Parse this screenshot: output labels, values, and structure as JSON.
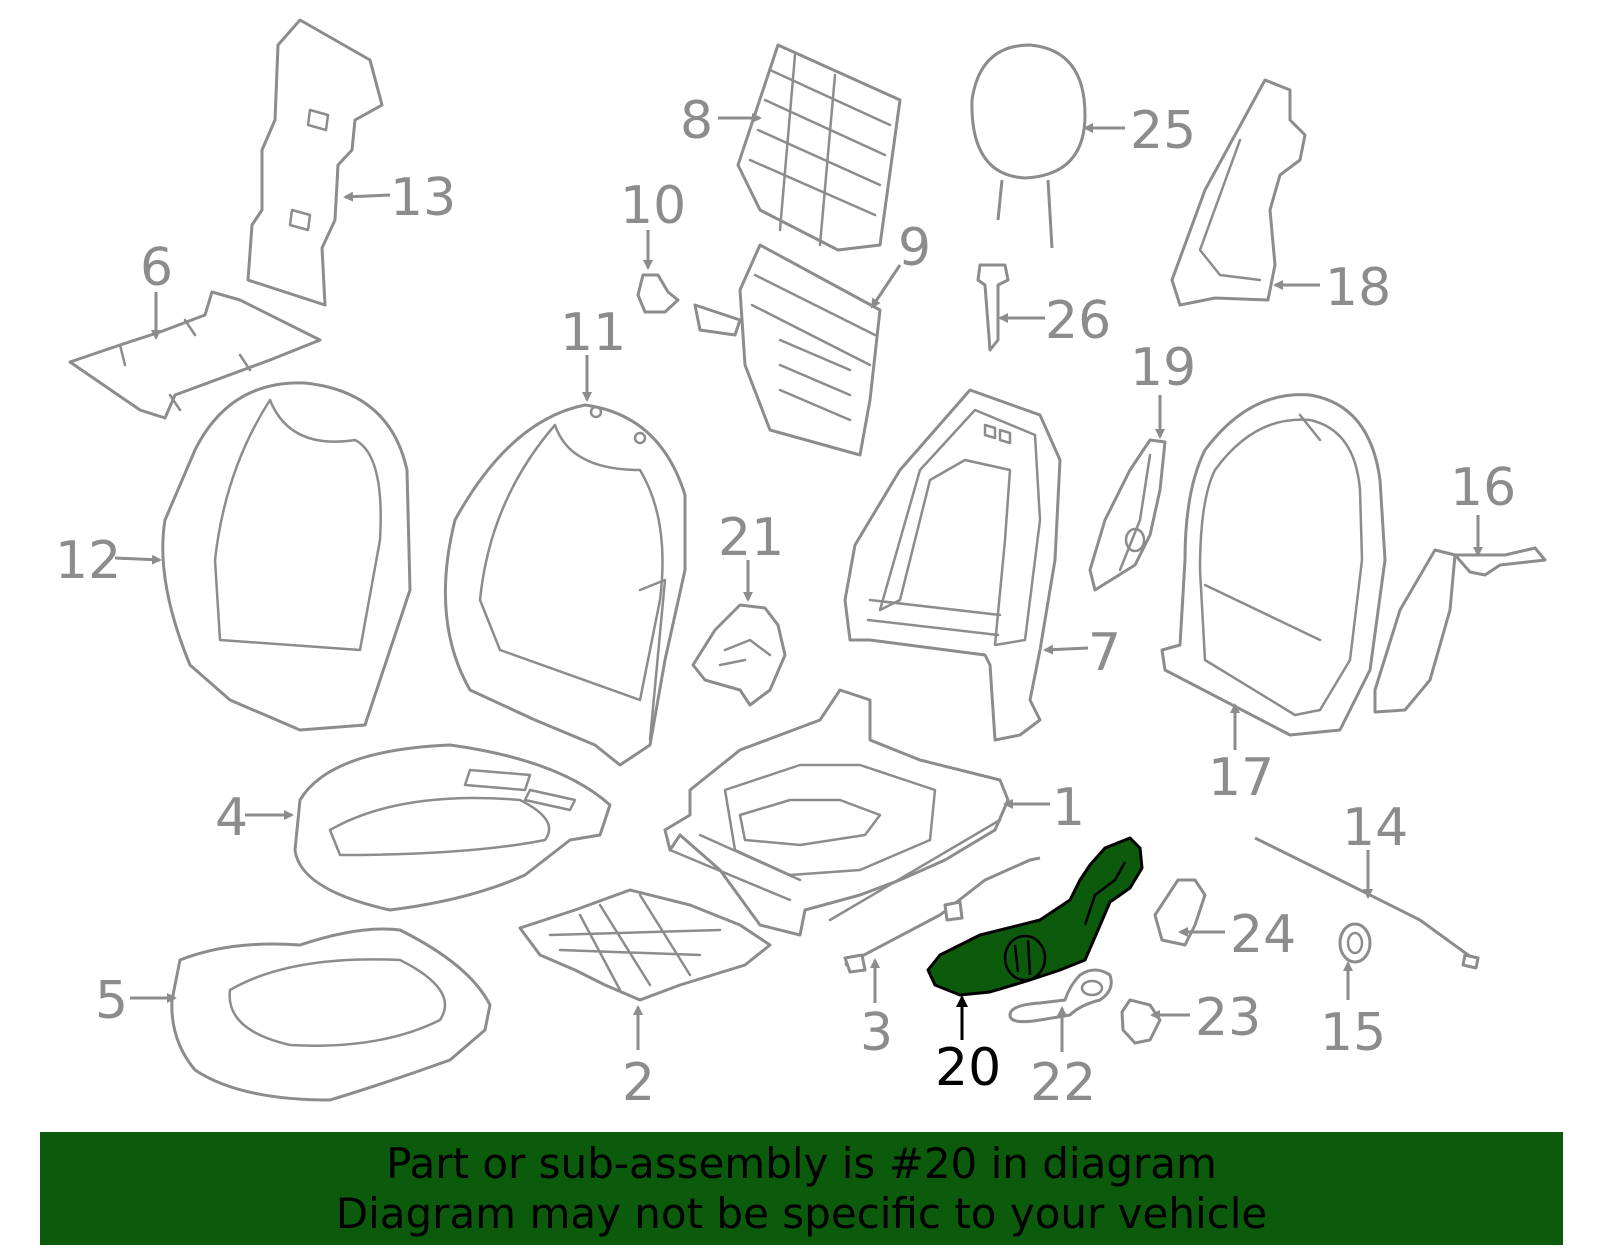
{
  "callouts": {
    "c1": "1",
    "c2": "2",
    "c3": "3",
    "c4": "4",
    "c5": "5",
    "c6": "6",
    "c7": "7",
    "c8": "8",
    "c9": "9",
    "c10": "10",
    "c11": "11",
    "c12": "12",
    "c13": "13",
    "c14": "14",
    "c15": "15",
    "c16": "16",
    "c17": "17",
    "c18": "18",
    "c19": "19",
    "c20": "20",
    "c21": "21",
    "c22": "22",
    "c23": "23",
    "c24": "24",
    "c25": "25",
    "c26": "26"
  },
  "highlighted_part": "20",
  "colors": {
    "highlight": "#0c5a0c",
    "line": "#8c8c8c",
    "text_highlight": "#000000"
  },
  "banner": {
    "line1": "Part or sub-assembly is #20 in diagram",
    "line2": "Diagram may not be specific to your vehicle"
  }
}
